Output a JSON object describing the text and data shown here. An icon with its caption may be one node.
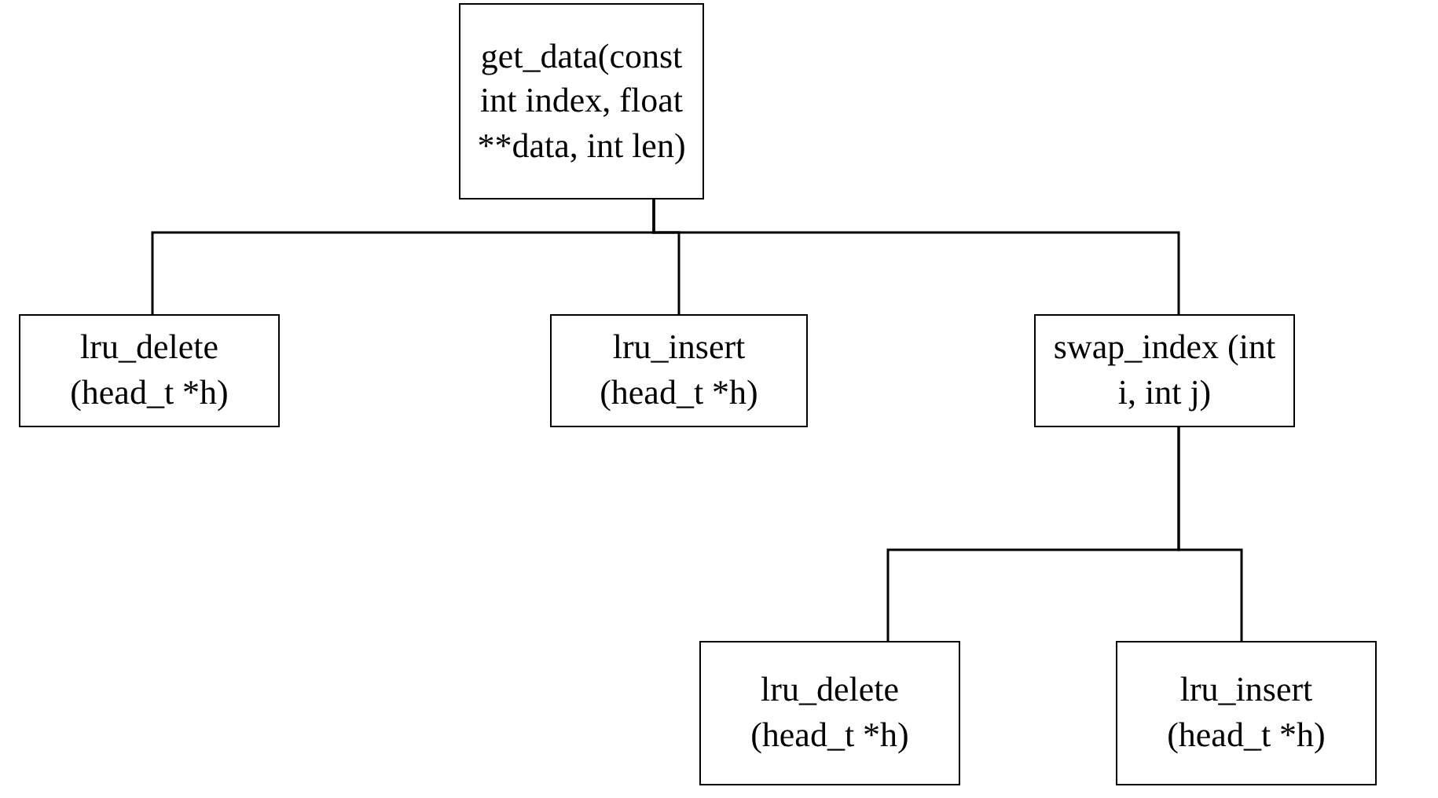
{
  "diagram": {
    "nodes": [
      {
        "text": [
          "get_data(const int index, float **data, int len)"
        ]
      },
      {
        "text": [
          "lru_delete (head_t *h)"
        ]
      },
      {
        "text": [
          "lru_insert (head_t *h)"
        ]
      },
      {
        "text": [
          "swap_index (int i, int j)"
        ]
      },
      {
        "text": [
          "lru_delete (head_t *h)"
        ]
      },
      {
        "text": [
          "lru_insert (head_t *h)"
        ]
      }
    ],
    "edges": [
      {
        "from": 0,
        "to": 1,
        "arrow": "none"
      },
      {
        "from": 0,
        "to": 2,
        "arrow": "none"
      },
      {
        "from": 0,
        "to": 3,
        "arrow": "none"
      },
      {
        "from": 3,
        "to": 4,
        "arrow": "none"
      },
      {
        "from": 3,
        "to": 5,
        "arrow": "none"
      }
    ]
  }
}
